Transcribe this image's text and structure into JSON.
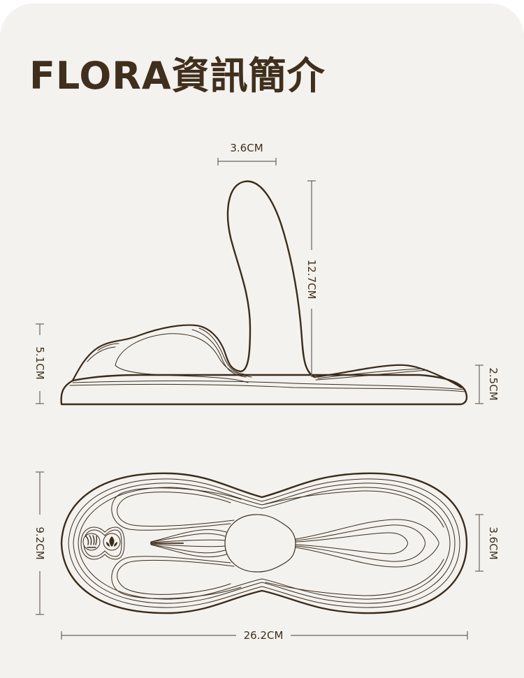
{
  "title": "FLORA資訊簡介",
  "colors": {
    "background": "#ffffff",
    "card": "#f4f2ef",
    "text": "#3f2f1c",
    "outline": "#3a2c1c",
    "dimension_line": "#6b6259"
  },
  "side_view": {
    "label": "side-view",
    "dimensions": {
      "shaft_width": "3.6CM",
      "shaft_height": "12.7CM",
      "total_height": "5.1CM",
      "base_height": "2.5CM"
    }
  },
  "top_view": {
    "label": "top-view",
    "dimensions": {
      "width": "9.2CM",
      "end_width": "3.6CM",
      "length": "26.2CM"
    },
    "buttons": [
      {
        "icon": "brand-logo-icon"
      },
      {
        "icon": "flame-icon"
      }
    ]
  }
}
